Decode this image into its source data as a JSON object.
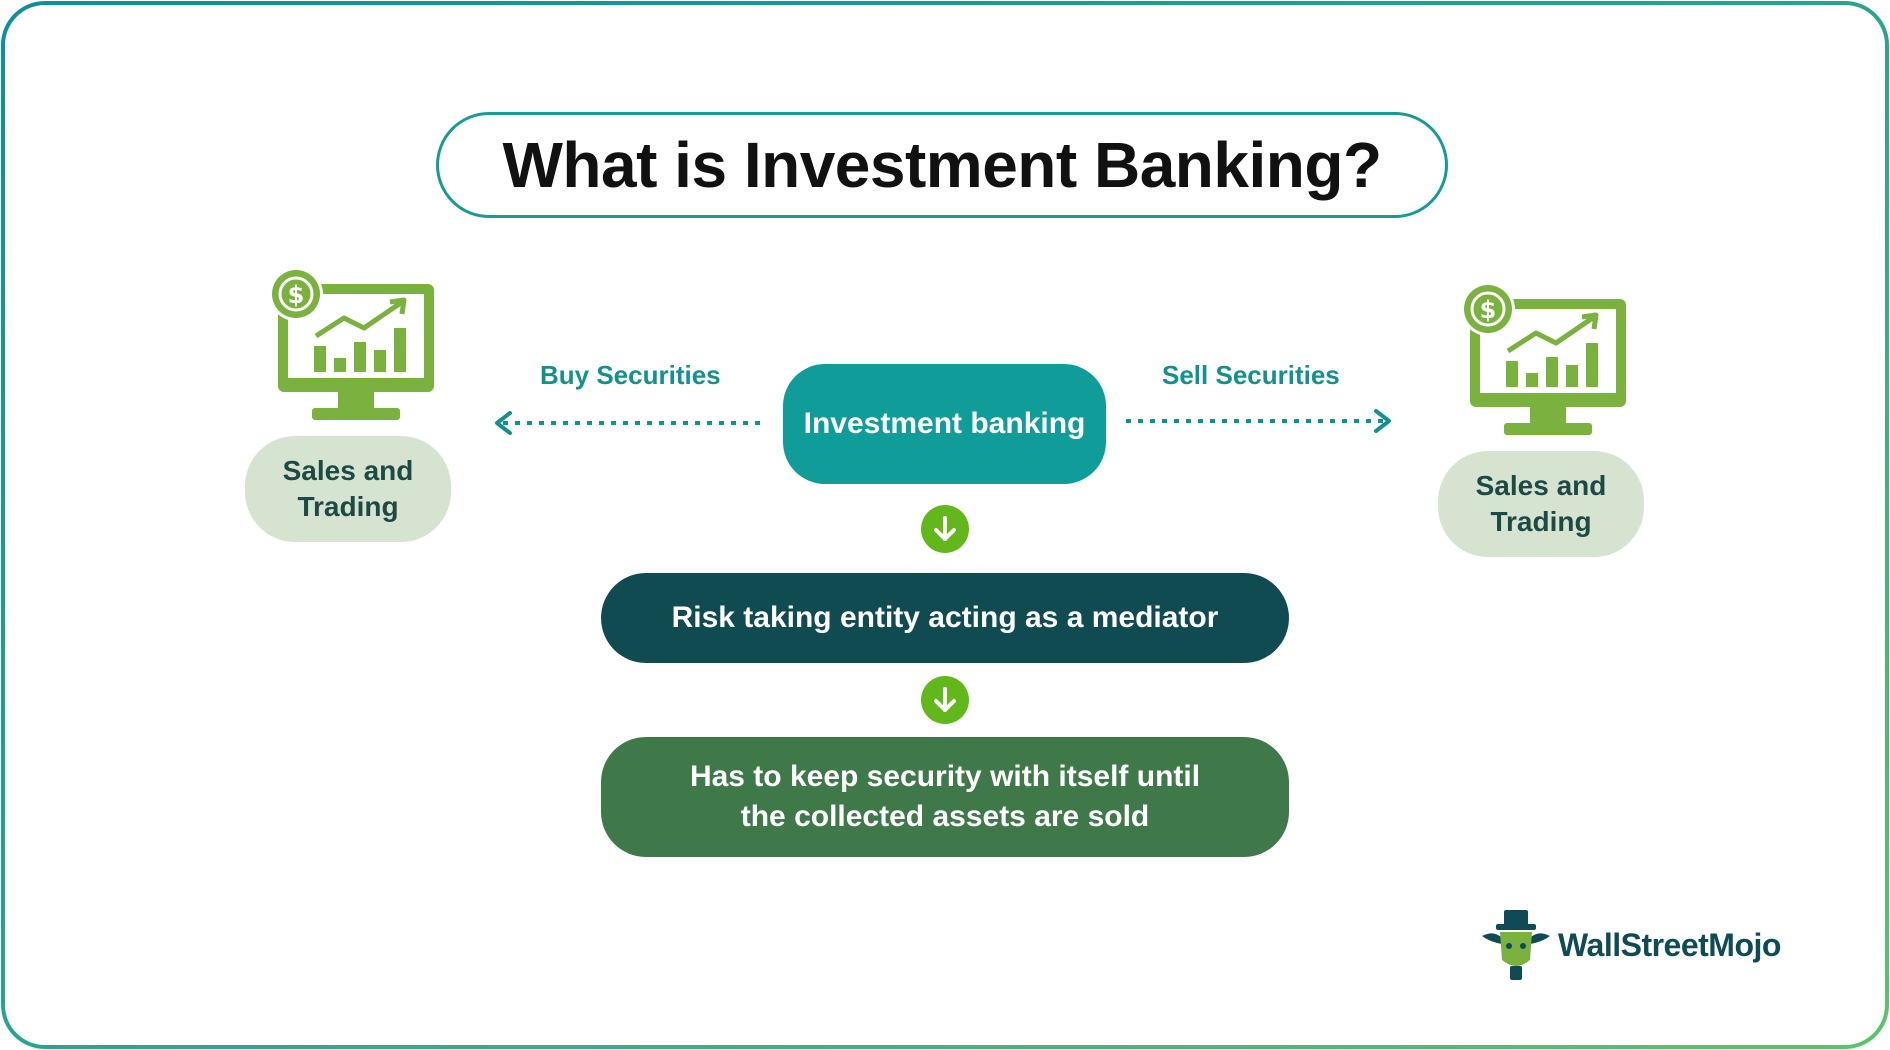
{
  "title": "What is Investment Banking?",
  "center_node": "Investment banking",
  "left_edge_label": "Buy Securities",
  "right_edge_label": "Sell Securities",
  "left_node": {
    "line1": "Sales and",
    "line2": "Trading"
  },
  "right_node": {
    "line1": "Sales and",
    "line2": "Trading"
  },
  "step_1": "Risk taking entity acting as a mediator",
  "step_2": {
    "line1": "Has to keep security with itself until",
    "line2": "the collected assets are sold"
  },
  "brand": "WallStreetMojo",
  "colors": {
    "teal": "#109c98",
    "dark_teal": "#114b52",
    "dark_green": "#3f794a",
    "light_green_box": "#d6e3d1",
    "icon_green": "#7ab13f",
    "arrow_green": "#62b81b"
  },
  "icons": [
    "money-monitor-icon",
    "down-arrow-icon",
    "wallstreetmojo-logo-icon"
  ]
}
